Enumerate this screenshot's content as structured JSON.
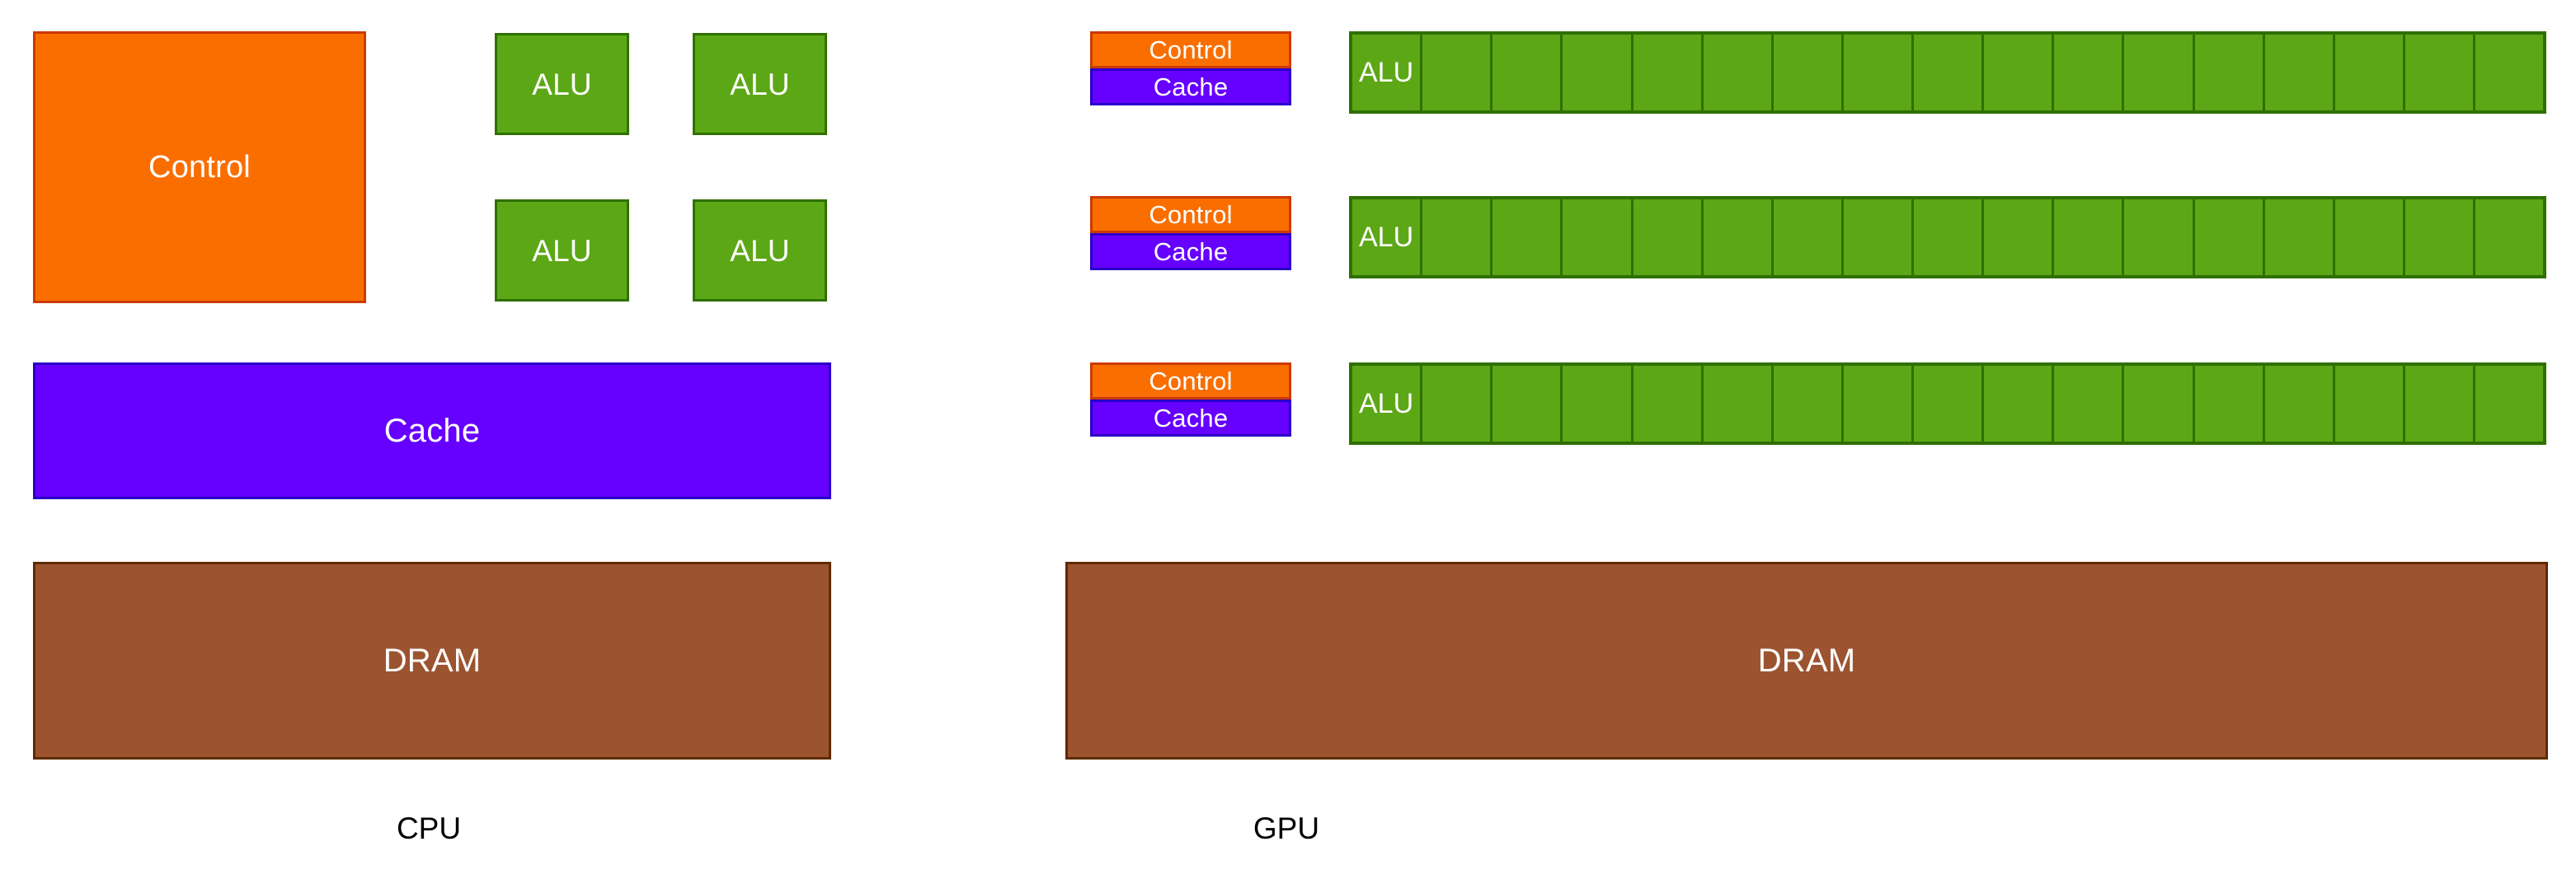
{
  "diagram": {
    "title_cpu": "CPU",
    "title_gpu": "GPU"
  },
  "colors": {
    "control_fill": "#FA6E00",
    "control_border": "#CC3A00",
    "cache_fill": "#6600FF",
    "cache_border": "#2A00C8",
    "alu_fill": "#5CA716",
    "alu_border": "#2F7000",
    "dram_fill": "#9C5430",
    "dram_border": "#5E2A00",
    "background": "#FFFFFF",
    "label_text": "#FFFFFF",
    "caption_text": "#000000"
  },
  "cpu": {
    "control_label": "Control",
    "alu_labels": [
      "ALU",
      "ALU",
      "ALU",
      "ALU"
    ],
    "cache_label": "Cache",
    "dram_label": "DRAM",
    "caption": "CPU"
  },
  "gpu": {
    "units": [
      {
        "control_label": "Control",
        "cache_label": "Cache"
      },
      {
        "control_label": "Control",
        "cache_label": "Cache"
      },
      {
        "control_label": "Control",
        "cache_label": "Cache"
      }
    ],
    "alu_rows": [
      {
        "cells": [
          "ALU",
          "",
          "",
          "",
          "",
          "",
          "",
          "",
          "",
          "",
          "",
          "",
          "",
          "",
          "",
          "",
          ""
        ]
      },
      {
        "cells": [
          "ALU",
          "",
          "",
          "",
          "",
          "",
          "",
          "",
          "",
          "",
          "",
          "",
          "",
          "",
          "",
          "",
          ""
        ]
      },
      {
        "cells": [
          "ALU",
          "",
          "",
          "",
          "",
          "",
          "",
          "",
          "",
          "",
          "",
          "",
          "",
          "",
          "",
          "",
          ""
        ]
      }
    ],
    "dram_label": "DRAM",
    "caption": "GPU"
  }
}
